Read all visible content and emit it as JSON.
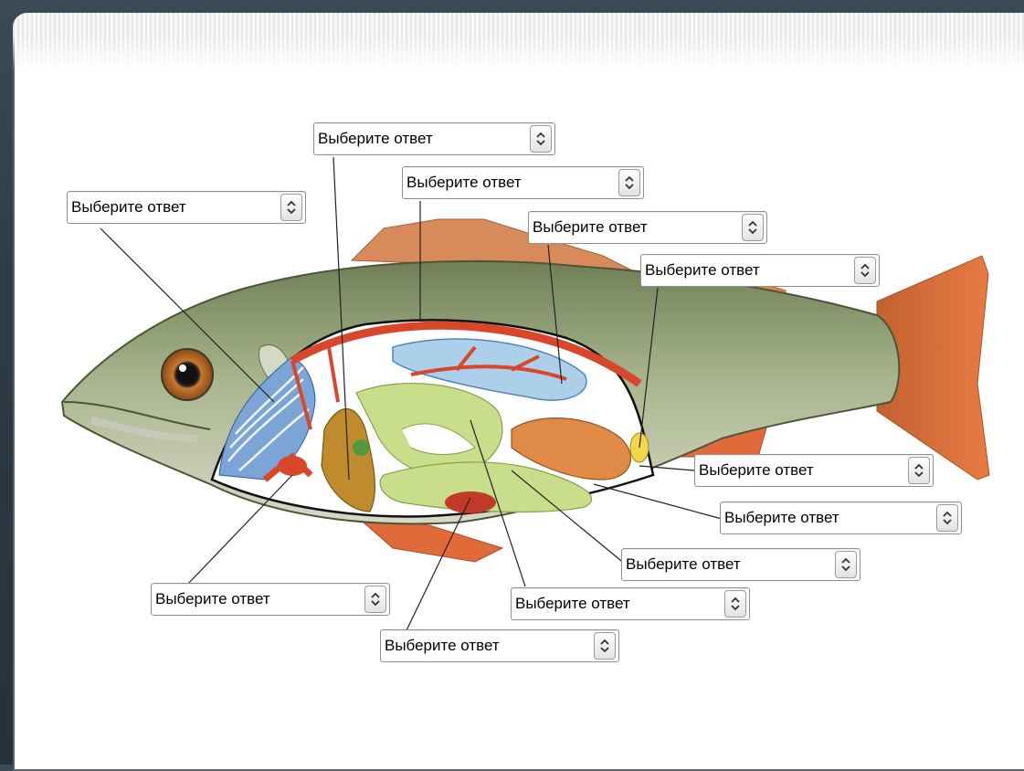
{
  "dropdowns": [
    {
      "id": "dd1",
      "value": "Выберите ответ",
      "placeholder": "Выберите ответ"
    },
    {
      "id": "dd2",
      "value": "Выберите ответ",
      "placeholder": "Выберите ответ"
    },
    {
      "id": "dd3",
      "value": "Выберите ответ",
      "placeholder": "Выберите ответ"
    },
    {
      "id": "dd4",
      "value": "Выберите ответ",
      "placeholder": "Выберите ответ"
    },
    {
      "id": "dd5",
      "value": "Выберите ответ",
      "placeholder": "Выберите ответ"
    },
    {
      "id": "dd6",
      "value": "Выберите ответ",
      "placeholder": "Выберите ответ"
    },
    {
      "id": "dd7",
      "value": "Выберите ответ",
      "placeholder": "Выберите ответ"
    },
    {
      "id": "dd8",
      "value": "Выберите ответ",
      "placeholder": "Выберите ответ"
    },
    {
      "id": "dd9",
      "value": "Выберите ответ",
      "placeholder": "Выберите ответ"
    },
    {
      "id": "dd10",
      "value": "Выберите ответ",
      "placeholder": "Выберите ответ"
    },
    {
      "id": "dd11",
      "value": "Выберите ответ",
      "placeholder": "Выберите ответ"
    }
  ],
  "icons": {
    "dropdown_arrow": "up-down-chevron-icon"
  },
  "colors": {
    "fish_body": "#8f9f78",
    "fins": "#e06a3a",
    "gills": "#6f9fd8",
    "intestine": "#c7dc8a",
    "swim_bladder": "#a8cbe6",
    "vessels": "#d9472a"
  }
}
